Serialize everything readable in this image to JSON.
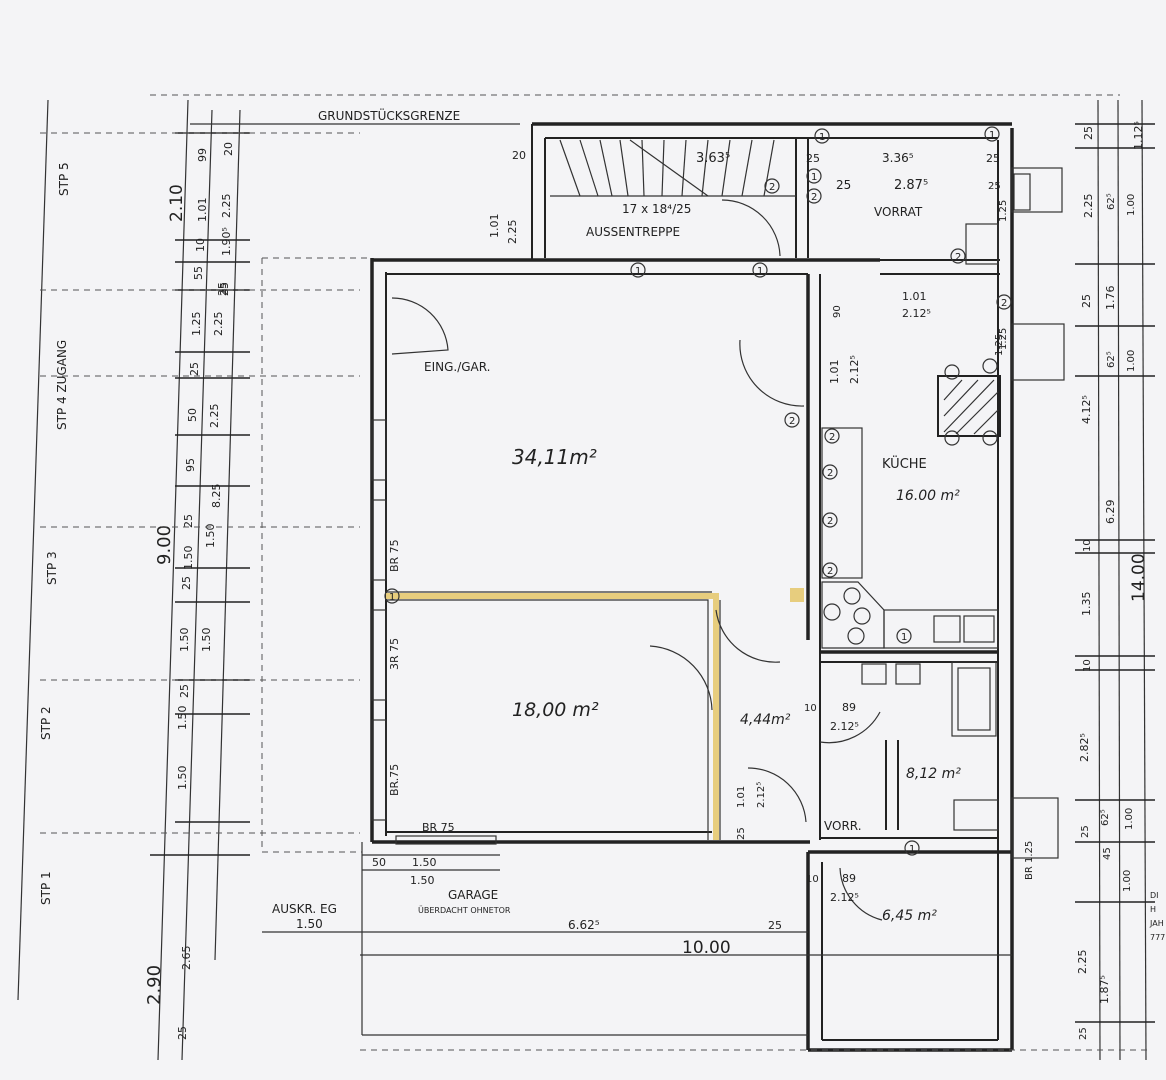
{
  "header": {
    "plot_border": "GRUNDSTÜCKSGRENZE"
  },
  "stair": {
    "label": "AUSSENTREPPE",
    "spec": "17 x 18⁴/25",
    "length": "3.63⁵"
  },
  "rooms": [
    {
      "name": "EING./GAR.",
      "area": "34,11m²"
    },
    {
      "name": "",
      "area": "18,00 m²"
    },
    {
      "name": "KÜCHE",
      "area": "16.00 m²"
    },
    {
      "name": "VORRAT",
      "area": ""
    },
    {
      "name": "",
      "area": "4,44m²"
    },
    {
      "name": "",
      "area": "8,12 m²"
    },
    {
      "name": "VORR.",
      "area": ""
    },
    {
      "name": "",
      "area": "6,45 m²"
    }
  ],
  "garage": {
    "label": "GARAGE",
    "sublabel": "ÜBERDACHT OHNETOR"
  },
  "auskr": {
    "label": "AUSKR. EG",
    "value": "1.50"
  },
  "stp": [
    "STP 5",
    "STP 4 ZUGANG",
    "STP 3",
    "STP 2",
    "STP 1"
  ],
  "left_dims": {
    "outer": [
      "2.10",
      "9.00",
      "2.90"
    ],
    "mid": [
      "99",
      "20",
      "1.01",
      "10",
      "55",
      "25",
      "1.25",
      "25",
      "50",
      "95",
      "25",
      "1.50",
      "25",
      "1.50",
      "25",
      "1.50",
      "1.50",
      "2.65",
      "25"
    ],
    "inner": [
      "2.25",
      "1.90⁵",
      "25",
      "2.25",
      "2.25",
      "1.50",
      "8.25",
      "1.50"
    ]
  },
  "right_dims": {
    "outer": [
      "1.12⁵",
      "14.00"
    ],
    "mid": [
      "1.00",
      "1.00",
      "1.00",
      "1.00"
    ],
    "inner": [
      "25",
      "2.25",
      "62⁵",
      "25",
      "1.76",
      "62⁵",
      "4.12⁵",
      "6.29",
      "10",
      "1.35",
      "10",
      "2.82⁵",
      "25",
      "45",
      "62⁵",
      "2.25",
      "1.87⁵",
      "25"
    ]
  },
  "bottom_dims": {
    "row1": [
      "50",
      "1.50"
    ],
    "row2": [
      "1.50"
    ],
    "row3": [
      "6.62⁵",
      "25"
    ],
    "total": "10.00"
  },
  "inner_dims": [
    "20",
    "1.01",
    "2.25",
    "25",
    "3.36⁵",
    "25",
    "25",
    "2.87⁵",
    "25",
    "1.25",
    "1.01",
    "2.12⁵",
    "1.25",
    "90",
    "1.01",
    "2.12⁵",
    "1.25",
    "10",
    "89",
    "2.12⁵",
    "1.01",
    "2.12⁵",
    "25",
    "10",
    "89",
    "2.12⁵",
    "BR 1.25"
  ],
  "window_labels": [
    "BR 75",
    "3R 75",
    "BR.75",
    "BR 75"
  ],
  "circle_marks": [
    "1",
    "1",
    "1",
    "1",
    "1",
    "1",
    "1",
    "1",
    "2",
    "2",
    "2",
    "2",
    "2",
    "2",
    "2",
    "2",
    "2"
  ],
  "edge_text": [
    "DI",
    "H",
    "JAH",
    "777"
  ]
}
